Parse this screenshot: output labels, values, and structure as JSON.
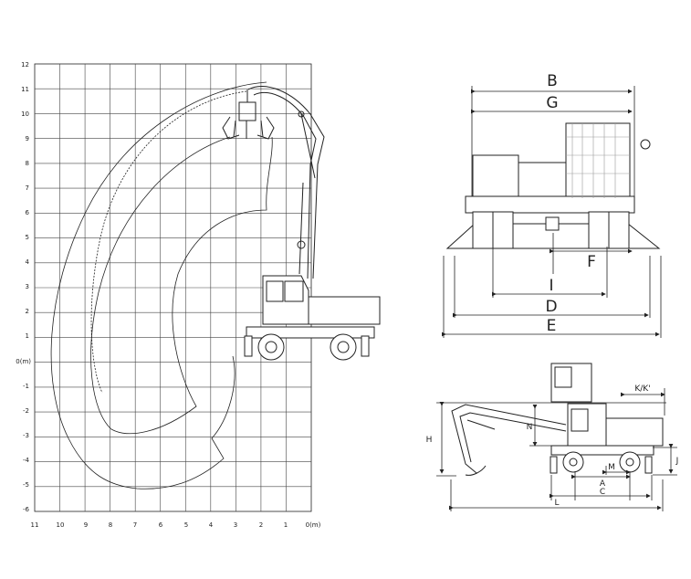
{
  "reach_chart": {
    "y_ticks": [
      "12",
      "11",
      "10",
      "9",
      "8",
      "7",
      "6",
      "5",
      "4",
      "3",
      "2",
      "1",
      "0(m)",
      "-1",
      "-2",
      "-3",
      "-4",
      "-5",
      "-6"
    ],
    "x_ticks": [
      "11",
      "10",
      "9",
      "8",
      "7",
      "6",
      "5",
      "4",
      "3",
      "2",
      "1",
      "0(m)"
    ]
  },
  "front_view": {
    "dims": {
      "B": "B",
      "G": "G",
      "F": "F",
      "I": "I",
      "D": "D",
      "E": "E"
    }
  },
  "side_view": {
    "dims": {
      "KK": "K/K'",
      "N": "N",
      "H": "H",
      "J": "J",
      "M": "M",
      "A": "A",
      "C": "C",
      "L": "L"
    }
  }
}
